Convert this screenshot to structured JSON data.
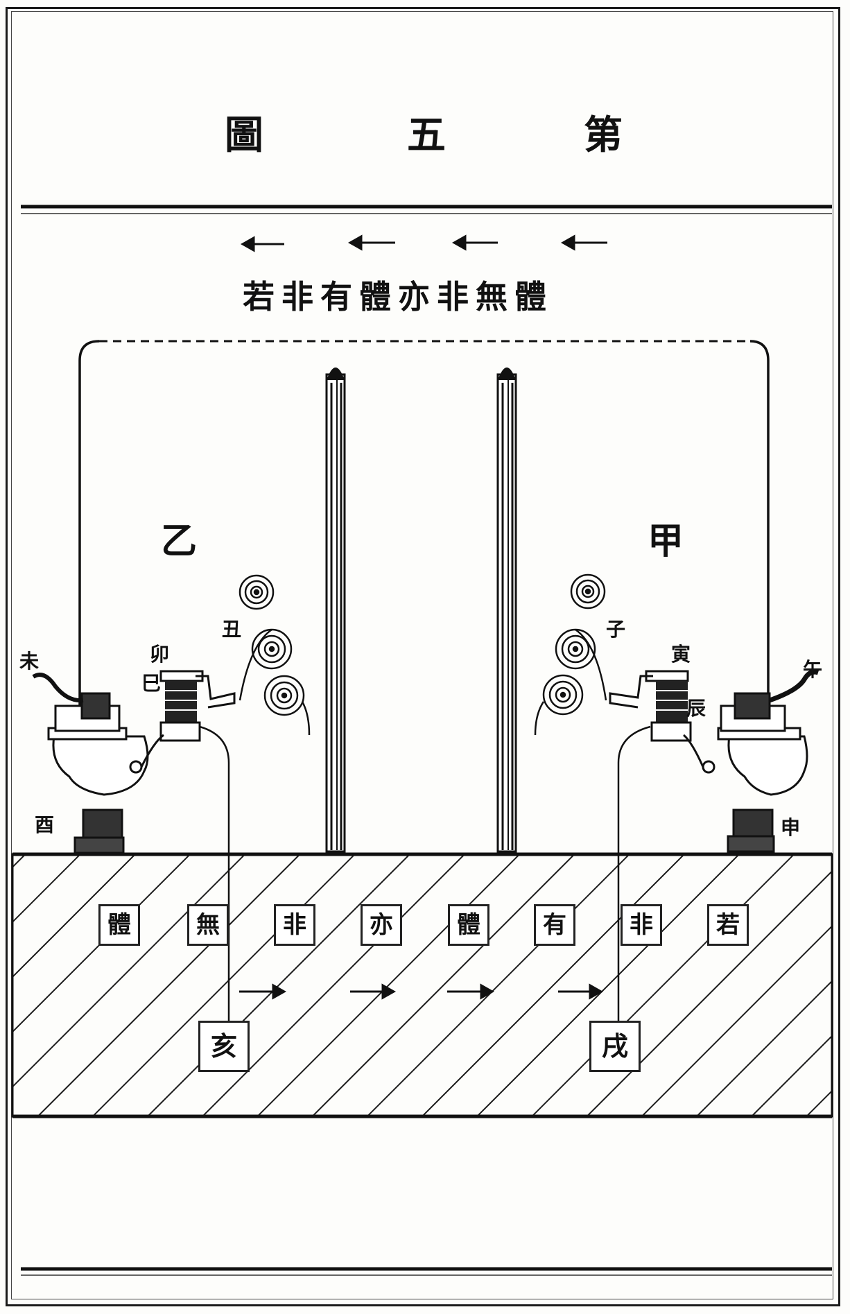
{
  "title": {
    "char1": "圖",
    "char2": "五",
    "char3": "第"
  },
  "top_caption": "若非有體亦非無體",
  "side_labels": {
    "left": "乙",
    "right": "甲"
  },
  "left_apparatus": {
    "coil_label": "丑",
    "upper_label": "卯",
    "lower_label": "巳",
    "device_label": "未",
    "base_label": "酉"
  },
  "right_apparatus": {
    "coil_label": "子",
    "upper_label": "寅",
    "lower_label": "辰",
    "device_label": "午",
    "base_label": "申"
  },
  "ground_chars": [
    "體",
    "無",
    "非",
    "亦",
    "體",
    "有",
    "非",
    "若"
  ],
  "ground_terminals": {
    "left": "亥",
    "right": "戌"
  }
}
